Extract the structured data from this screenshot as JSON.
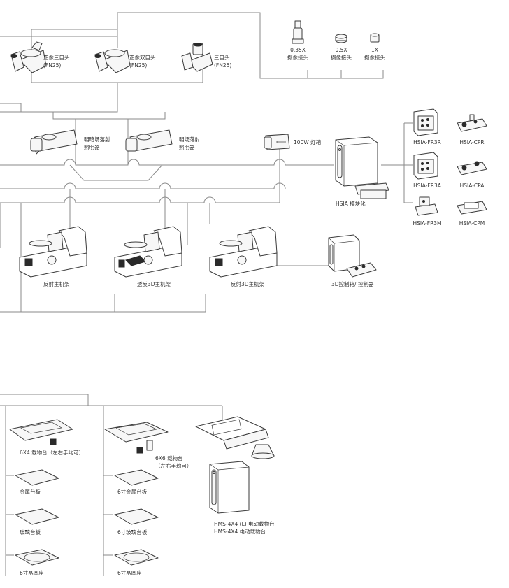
{
  "colors": {
    "line": "#8a8a8a",
    "stroke": "#3a3a3a",
    "fill": "#f7f7f7",
    "dark": "#2a2a2a",
    "text": "#333333"
  },
  "heads": {
    "upright_trinocular": {
      "line1": "正像三目头",
      "line2": "(FN25)"
    },
    "upright_binocular": {
      "line1": "正像双目头",
      "line2": "(FN25)"
    },
    "trinocular": {
      "line1": "三目头",
      "line2": "(FN25)"
    }
  },
  "camera_adapters": [
    {
      "mag": "0.35X",
      "name": "摄像接头"
    },
    {
      "mag": "0.5X",
      "name": "摄像接头"
    },
    {
      "mag": "1X",
      "name": "摄像接头"
    }
  ],
  "illuminators": [
    {
      "line1": "明暗场落射",
      "line2": "照明器"
    },
    {
      "line1": "明场落射",
      "line2": "照明器"
    }
  ],
  "lamp": {
    "label": "100W 灯箱"
  },
  "hsia": {
    "module": "HSIA 模块化",
    "items": [
      "HSIA-FR3R",
      "HSIA-CPR",
      "HSIA-FR3A",
      "HSIA-CPA",
      "HSIA-FR3M",
      "HSIA-CPM"
    ]
  },
  "frames": [
    "反射主机架",
    "透反3D主机架",
    "反射3D主机架"
  ],
  "controller": {
    "label": "3D控制箱/ 控制器"
  },
  "stages": {
    "stage_6x4": "6X4 载物台（左右手均可）",
    "stage_6x6_line1": "6X6 载物台",
    "stage_6x6_line2": "（左右手均可）",
    "left_col": [
      "金属台板",
      "玻璃台板",
      "6寸晶圆座"
    ],
    "right_col": [
      "6寸金属台板",
      "6寸玻璃台板",
      "6寸晶圆座"
    ],
    "motorized_line1": "HMS-4X4 (L) 电动载物台",
    "motorized_line2": "HMS-4X4 电动载物台"
  }
}
